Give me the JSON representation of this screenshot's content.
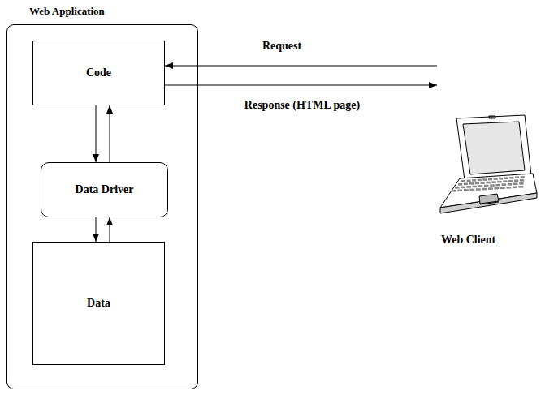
{
  "diagram": {
    "nodes": [
      {
        "text": [
          "Web Application"
        ]
      },
      {
        "text": [
          "Code"
        ],
        "in": 0
      },
      {
        "text": [
          "Data Driver"
        ],
        "in": 0
      },
      {
        "text": [
          "Data"
        ],
        "in": 0
      },
      {
        "text": [
          "Web Client"
        ]
      }
    ],
    "edges": [
      {
        "from": 4,
        "to": 1,
        "label": "Request",
        "arrow": "to"
      },
      {
        "from": 1,
        "to": 4,
        "label": "Response (HTML page)",
        "arrow": "to"
      },
      {
        "from": 1,
        "to": 2,
        "arrow": "to"
      },
      {
        "from": 2,
        "to": 1,
        "arrow": "to"
      },
      {
        "from": 2,
        "to": 3,
        "arrow": "to"
      },
      {
        "from": 3,
        "to": 2,
        "arrow": "to"
      }
    ]
  }
}
